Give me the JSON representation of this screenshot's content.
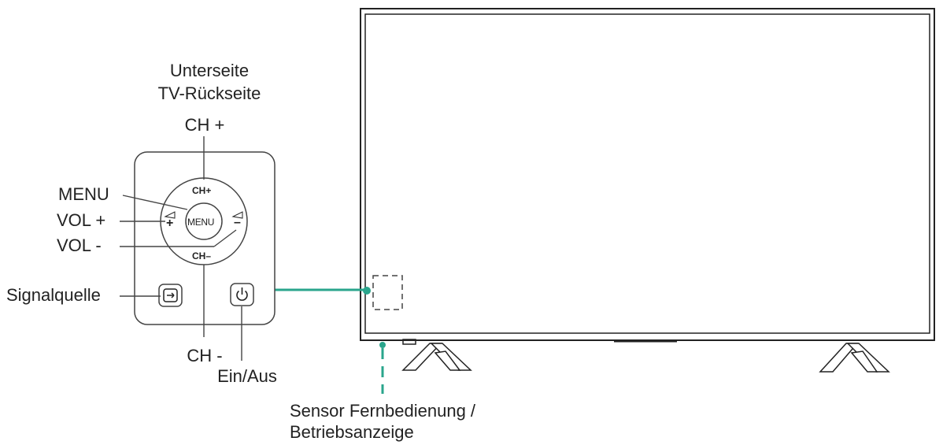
{
  "panel": {
    "heading_line1": "Unterseite",
    "heading_line2": "TV-Rückseite",
    "labels": {
      "ch_plus": "CH +",
      "menu": "MENU",
      "vol_plus": "VOL +",
      "vol_minus": "VOL -",
      "source": "Signalquelle",
      "ch_minus": "CH -",
      "power": "Ein/Aus"
    },
    "button_text": {
      "ch_plus": "CH+",
      "ch_minus": "CH–",
      "menu": "MENU",
      "vol_plus": "+",
      "vol_minus": "–"
    }
  },
  "sensor": {
    "line1": "Sensor Fernbedienung /",
    "line2": "Betriebsanzeige"
  },
  "colors": {
    "accent": "#2aa58c",
    "stroke": "#222222"
  }
}
